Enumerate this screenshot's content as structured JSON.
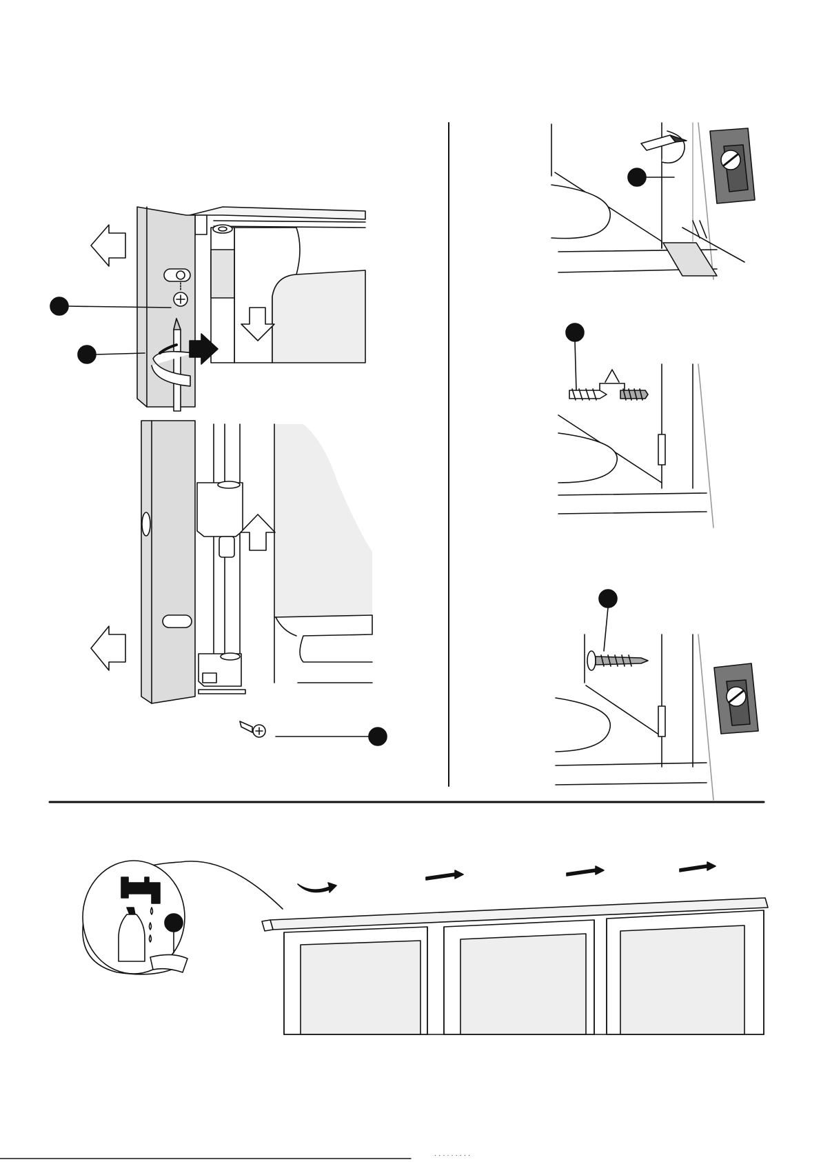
{
  "document": {
    "type": "installation-instructions-page",
    "footer_text": "· · · · · · · · ·",
    "colors": {
      "line": "#111111",
      "gray_fill": "#d9d9d9",
      "light_gray": "#eeeeee",
      "white": "#ffffff"
    }
  },
  "illustrations": [
    {
      "name": "hinge-removal",
      "callouts": 3
    },
    {
      "name": "mark-position-on-wall",
      "callouts": 1
    },
    {
      "name": "wall-plug-and-screw",
      "callouts": 1
    },
    {
      "name": "screw-panel-to-wall",
      "callouts": 1
    },
    {
      "name": "clean-top-rail",
      "callouts": 1
    }
  ]
}
